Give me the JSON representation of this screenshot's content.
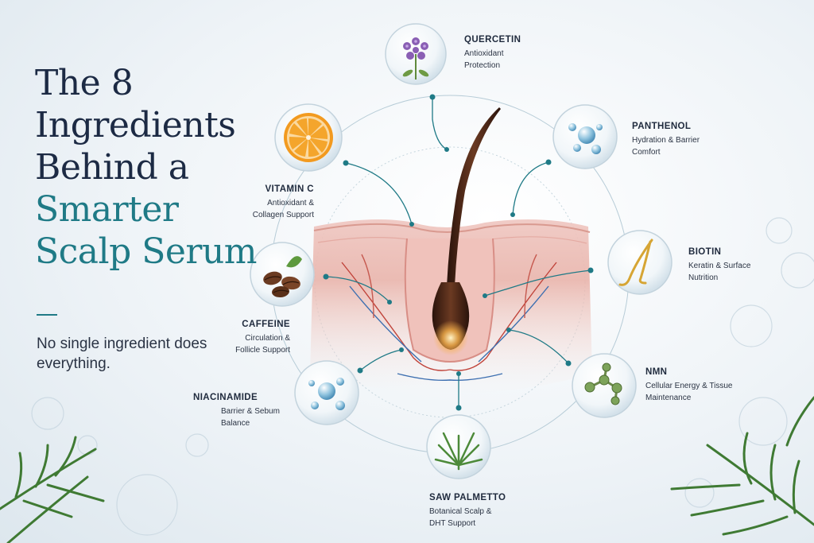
{
  "headline": {
    "line1": "The 8",
    "line2": "Ingredients",
    "line3": "Behind a",
    "line4": "Smarter",
    "line5": "Scalp Serum"
  },
  "tagline": "No single ingredient does everything.",
  "ingredients": [
    {
      "name": "QUERCETIN",
      "description": "Antioxidant Protection",
      "icon": "purple-flower-icon"
    },
    {
      "name": "PANTHENOL",
      "description": "Hydration & Barrier Comfort",
      "icon": "water-droplets-icon"
    },
    {
      "name": "BIOTIN",
      "description": "Keratin & Surface Nutrition",
      "icon": "golden-strand-icon"
    },
    {
      "name": "NMN",
      "description": "Cellular Energy & Tissue Maintenance",
      "icon": "molecule-icon"
    },
    {
      "name": "SAW PALMETTO",
      "description": "Botanical Scalp & DHT Support",
      "icon": "palm-leaf-icon"
    },
    {
      "name": "NIACINAMIDE",
      "description": "Barrier & Sebum Balance",
      "icon": "water-droplets-icon"
    },
    {
      "name": "CAFFEINE",
      "description": "Circulation & Follicle Support",
      "icon": "coffee-beans-icon"
    },
    {
      "name": "VITAMIN C",
      "description": "Antioxidant & Collagen Support",
      "icon": "orange-slice-icon"
    }
  ],
  "colors": {
    "title_dark": "#1c2a44",
    "title_teal": "#1f7a86",
    "connector": "#1f7a86"
  }
}
